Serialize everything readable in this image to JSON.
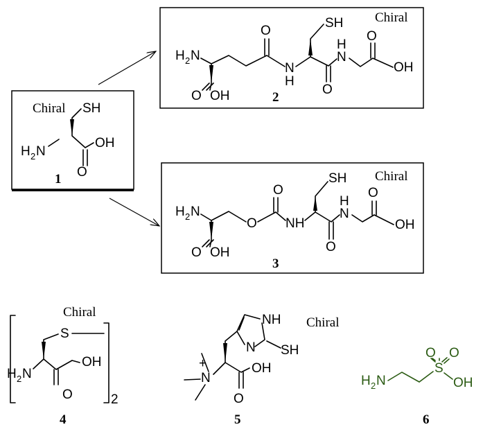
{
  "chiral_label": "Chiral",
  "compounds": [
    {
      "id": "1",
      "atoms": {
        "sh": "SH",
        "h2n": "H",
        "h2n_sub": "2",
        "h2n_n": "N",
        "o": "O",
        "oh": "OH"
      }
    },
    {
      "id": "2",
      "atoms": {
        "h2n": "H",
        "h2n_sub": "2",
        "h2n_n": "N",
        "o1": "O",
        "oh1": "OH",
        "o2": "O",
        "n1": "N",
        "h1": "H",
        "sh": "SH",
        "o3": "O",
        "n2": "N",
        "h2": "H",
        "o4": "O",
        "oh2": "OH"
      }
    },
    {
      "id": "3",
      "atoms": {
        "h2n": "H",
        "h2n_sub": "2",
        "h2n_n": "N",
        "o1": "O",
        "oh1": "OH",
        "o_ester": "O",
        "o2": "O",
        "nh1": "NH",
        "sh": "SH",
        "o3": "O",
        "n2": "N",
        "h2": "H",
        "o4": "O",
        "oh2": "OH"
      }
    },
    {
      "id": "4",
      "atoms": {
        "s": "S",
        "h2n": "H",
        "h2n_sub": "2",
        "h2n_n": "N",
        "o": "O",
        "oh": "OH",
        "subscript": "2"
      }
    },
    {
      "id": "5",
      "atoms": {
        "nh": "NH",
        "n_ring": "N",
        "sh": "SH",
        "plus": "+",
        "n_plus": "N",
        "o": "O",
        "oh": "OH"
      }
    },
    {
      "id": "6",
      "atoms": {
        "h2n": "H",
        "h2n_sub": "2",
        "h2n_n": "N",
        "s": "S",
        "o1": "O",
        "o2": "O",
        "oh": "OH"
      }
    }
  ],
  "colors": {
    "line": "#000000",
    "compound6": "#2a5a12"
  }
}
